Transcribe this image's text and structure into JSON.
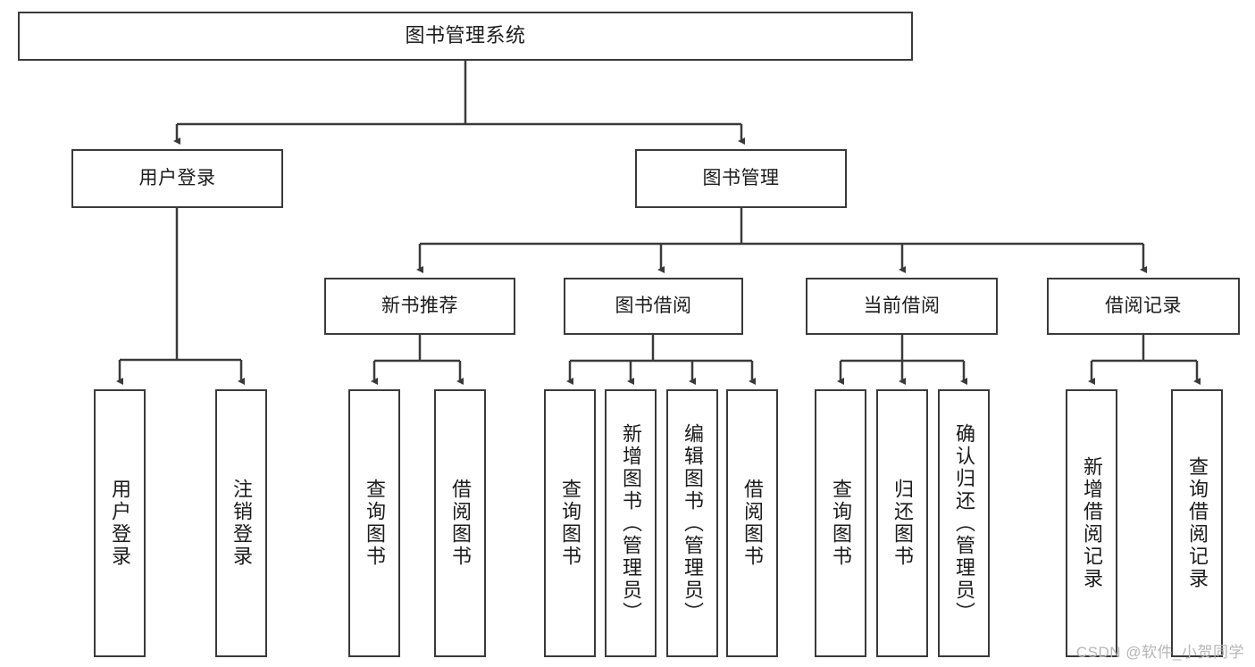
{
  "diagram": {
    "title": "图书管理系统",
    "watermark": "CSDN @软件_小贺同学",
    "colors": {
      "border": "#3a3a3a",
      "background": "#ffffff",
      "text": "#1b1b1b",
      "watermark": "#b6b6b6"
    },
    "root": {
      "label": "图书管理系统"
    },
    "level2": [
      {
        "label": "用户登录"
      },
      {
        "label": "图书管理"
      }
    ],
    "level3": [
      {
        "label": "新书推荐"
      },
      {
        "label": "图书借阅"
      },
      {
        "label": "当前借阅"
      },
      {
        "label": "借阅记录"
      }
    ],
    "leaves": {
      "user_login": [
        {
          "label": "用户登录"
        },
        {
          "label": "注销登录"
        }
      ],
      "new_book_recommend": [
        {
          "label": "查询图书"
        },
        {
          "label": "借阅图书"
        }
      ],
      "book_borrow": [
        {
          "label": "查询图书"
        },
        {
          "label": "新增图书（管理员）"
        },
        {
          "label": "编辑图书（管理员）"
        },
        {
          "label": "借阅图书"
        }
      ],
      "current_borrow": [
        {
          "label": "查询图书"
        },
        {
          "label": "归还图书"
        },
        {
          "label": "确认归还（管理员）"
        }
      ],
      "borrow_record": [
        {
          "label": "新增借阅记录"
        },
        {
          "label": "查询借阅记录"
        }
      ]
    }
  }
}
